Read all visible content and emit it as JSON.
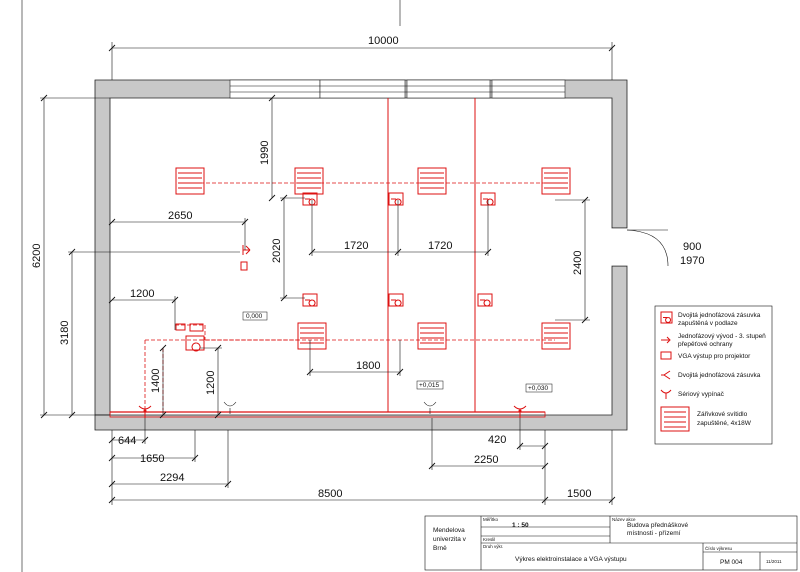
{
  "dimensions": {
    "total_width": "10000",
    "total_height": "6200",
    "d_1990": "1990",
    "d_2650": "2650",
    "d_2020": "2020",
    "d_1720a": "1720",
    "d_1720b": "1720",
    "d_2400": "2400",
    "d_1200h": "1200",
    "d_3180": "3180",
    "d_1800": "1800",
    "d_1400": "1400",
    "d_1200v": "1200",
    "d_644": "644",
    "d_1650": "1650",
    "d_2294": "2294",
    "d_420": "420",
    "d_2250": "2250",
    "d_8500": "8500",
    "d_1500": "1500",
    "door_w": "900",
    "door_h": "1970"
  },
  "levels": {
    "l1": "0,000",
    "l2": "+0,015",
    "l3": "+0,030"
  },
  "legend": [
    {
      "icon": "floor-socket-icon",
      "text1": "Dvojitá jednofázová zásuvka",
      "text2": "zapuštěná v podlaze"
    },
    {
      "icon": "outlet-protection-icon",
      "text1": "Jednofázový vývod - 3. stupeň",
      "text2": "přepěťové ochrany"
    },
    {
      "icon": "vga-output-icon",
      "text1": "VGA výstup pro projektor",
      "text2": ""
    },
    {
      "icon": "double-socket-icon",
      "text1": "Dvojitá jednofázová zásuvka",
      "text2": ""
    },
    {
      "icon": "switch-icon",
      "text1": "Sériový vypínač",
      "text2": ""
    },
    {
      "icon": "light-fixture-icon",
      "text1": "Zářivkové svítidlo",
      "text2": "zapuštěné, 4x18W"
    }
  ],
  "title_block": {
    "org_line1": "Mendelova",
    "org_line2": "univerzita v",
    "org_line3": "Brně",
    "scale_label": "Měřítko",
    "scale": "1 : 50",
    "drawn_label": "Kreslil",
    "project_label": "Název akce",
    "project_line1": "Budova přednáškové",
    "project_line2": "místnosti - přízemí",
    "sheet_label": "Druh výkr.",
    "sheet_title": "Výkres elektroinstalace a VGA výstupu",
    "number_label": "Číslo výkresu",
    "number": "PM 004",
    "date": "11/2011"
  },
  "colors": {
    "wiring": "#dd1111",
    "wall": "#c8c8c8",
    "line": "#111111"
  }
}
